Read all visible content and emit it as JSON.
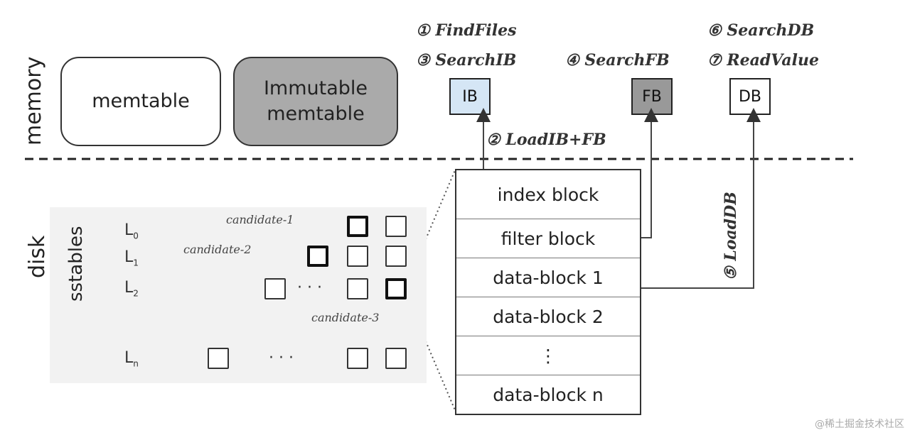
{
  "side_labels": {
    "memory": "memory",
    "disk": "disk",
    "sstables": "sstables"
  },
  "memory": {
    "memtable": "memtable",
    "immutable_line1": "Immutable",
    "immutable_line2": "memtable"
  },
  "steps": {
    "s1": "① FindFiles",
    "s3": "③ SearchIB",
    "s4": "④ SearchFB",
    "s6": "⑥ SearchDB",
    "s7": "⑦ ReadValue",
    "s2": "② LoadIB+FB",
    "s5": "⑤ LoadDB"
  },
  "blocks": {
    "ib": "IB",
    "fb": "FB",
    "db": "DB"
  },
  "levels": {
    "l0": {
      "base": "L",
      "sub": "0"
    },
    "l1": {
      "base": "L",
      "sub": "1"
    },
    "l2": {
      "base": "L",
      "sub": "2"
    },
    "ln": {
      "base": "L",
      "sub": "n"
    }
  },
  "candidates": {
    "c1": "candidate-1",
    "c2": "candidate-2",
    "c3": "candidate-3"
  },
  "ellipsis": "· · ·",
  "sstable_rows": [
    "index block",
    "filter block",
    "data-block 1",
    "data-block 2",
    "⋮",
    "data-block n"
  ],
  "watermark": "@稀土掘金技术社区",
  "colors": {
    "ib_fill": "#d5e6f5",
    "fb_fill": "#999999",
    "immutable_fill": "#aaaaaa",
    "sstable_bg": "#f2f2f2"
  }
}
